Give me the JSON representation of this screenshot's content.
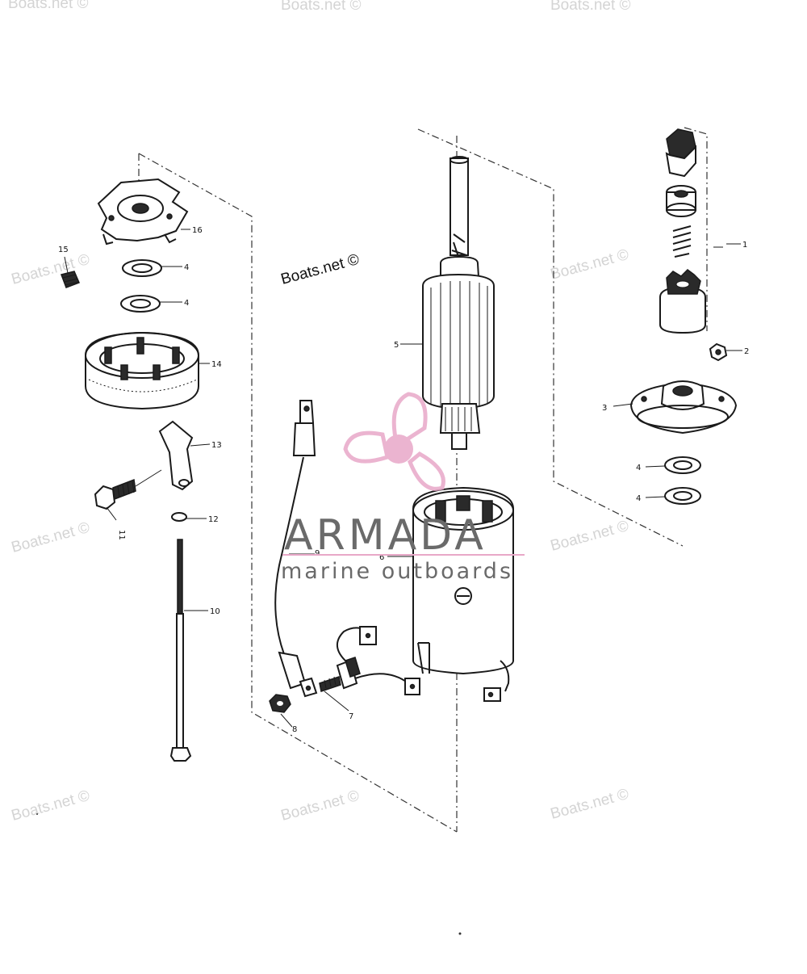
{
  "watermark": {
    "text": "Boats.net ©",
    "logo_name": "ARMADA",
    "logo_tagline": "marine outboards",
    "logo_accent_color": "#e8a8c8"
  },
  "callouts": {
    "c1": "1",
    "c2": "2",
    "c3": "3",
    "c4a": "4",
    "c4b": "4",
    "c4c": "4",
    "c4d": "4",
    "c5": "5",
    "c6": "6",
    "c7": "7",
    "c8": "8",
    "c9": "9",
    "c10": "10",
    "c11": "11",
    "c12": "12",
    "c13": "13",
    "c14": "14",
    "c15": "15",
    "c16": "16"
  }
}
